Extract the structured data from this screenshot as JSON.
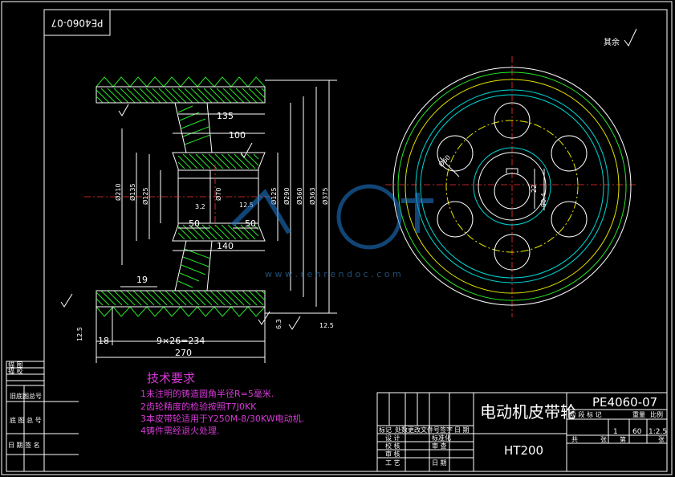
{
  "drawing_number": "PE4060-07",
  "drawing_title": "电动机皮带轮",
  "material": "HT200",
  "surface_finish_note": "其余",
  "watermark": {
    "site": "w w w . r e n r e n d o c . c o m"
  },
  "tech_requirements": {
    "title": "技术要求",
    "items": [
      "1未注明的铸造圆角半径R=5毫米.",
      "2齿轮精度的检验按照T7J0KK",
      "3本皮带轮适用于Y250M-8/30KW电动机.",
      "4铸件需经退火处理."
    ]
  },
  "left_stamp": {
    "rows": [
      "描 图",
      "描 校",
      "旧底图总号",
      "底 图 总 号",
      "日 期  签 名"
    ]
  },
  "dimensions": {
    "d135": "135",
    "d100": "100",
    "d140": "140",
    "d50a": "50",
    "d50b": "50",
    "d19": "19",
    "d18": "18",
    "d270": "270",
    "d234": "9×26=234",
    "phi210": "Ø210",
    "phi135": "Ø135",
    "phi125": "Ø125",
    "phi70": "Ø70",
    "phi125b": "Ø125",
    "phi290": "Ø290",
    "phi360": "Ø360",
    "phi363": "Ø363",
    "phi375": "Ø375",
    "phi60": "Ø60",
    "r32": "3.2",
    "r125": "12.5",
    "r63": "6.3",
    "keyw": "22",
    "keyh": "90.4"
  },
  "title_block": {
    "r1": [
      "标记",
      "处数",
      "更改文件号",
      "签字",
      "日 期"
    ],
    "r2": [
      "设 计",
      "",
      "标准化"
    ],
    "r3": [
      "校 核",
      "",
      "审 查"
    ],
    "r4": [
      "审 核",
      "",
      ""
    ],
    "r5": [
      "工 艺",
      "",
      "日 期"
    ],
    "stage_labels": [
      "阶 段 标 记",
      "重量",
      "比例"
    ],
    "scale_values": [
      "1",
      "60",
      "1:2.5"
    ],
    "sheet_labels": [
      "共",
      "张",
      "第",
      "张"
    ]
  }
}
